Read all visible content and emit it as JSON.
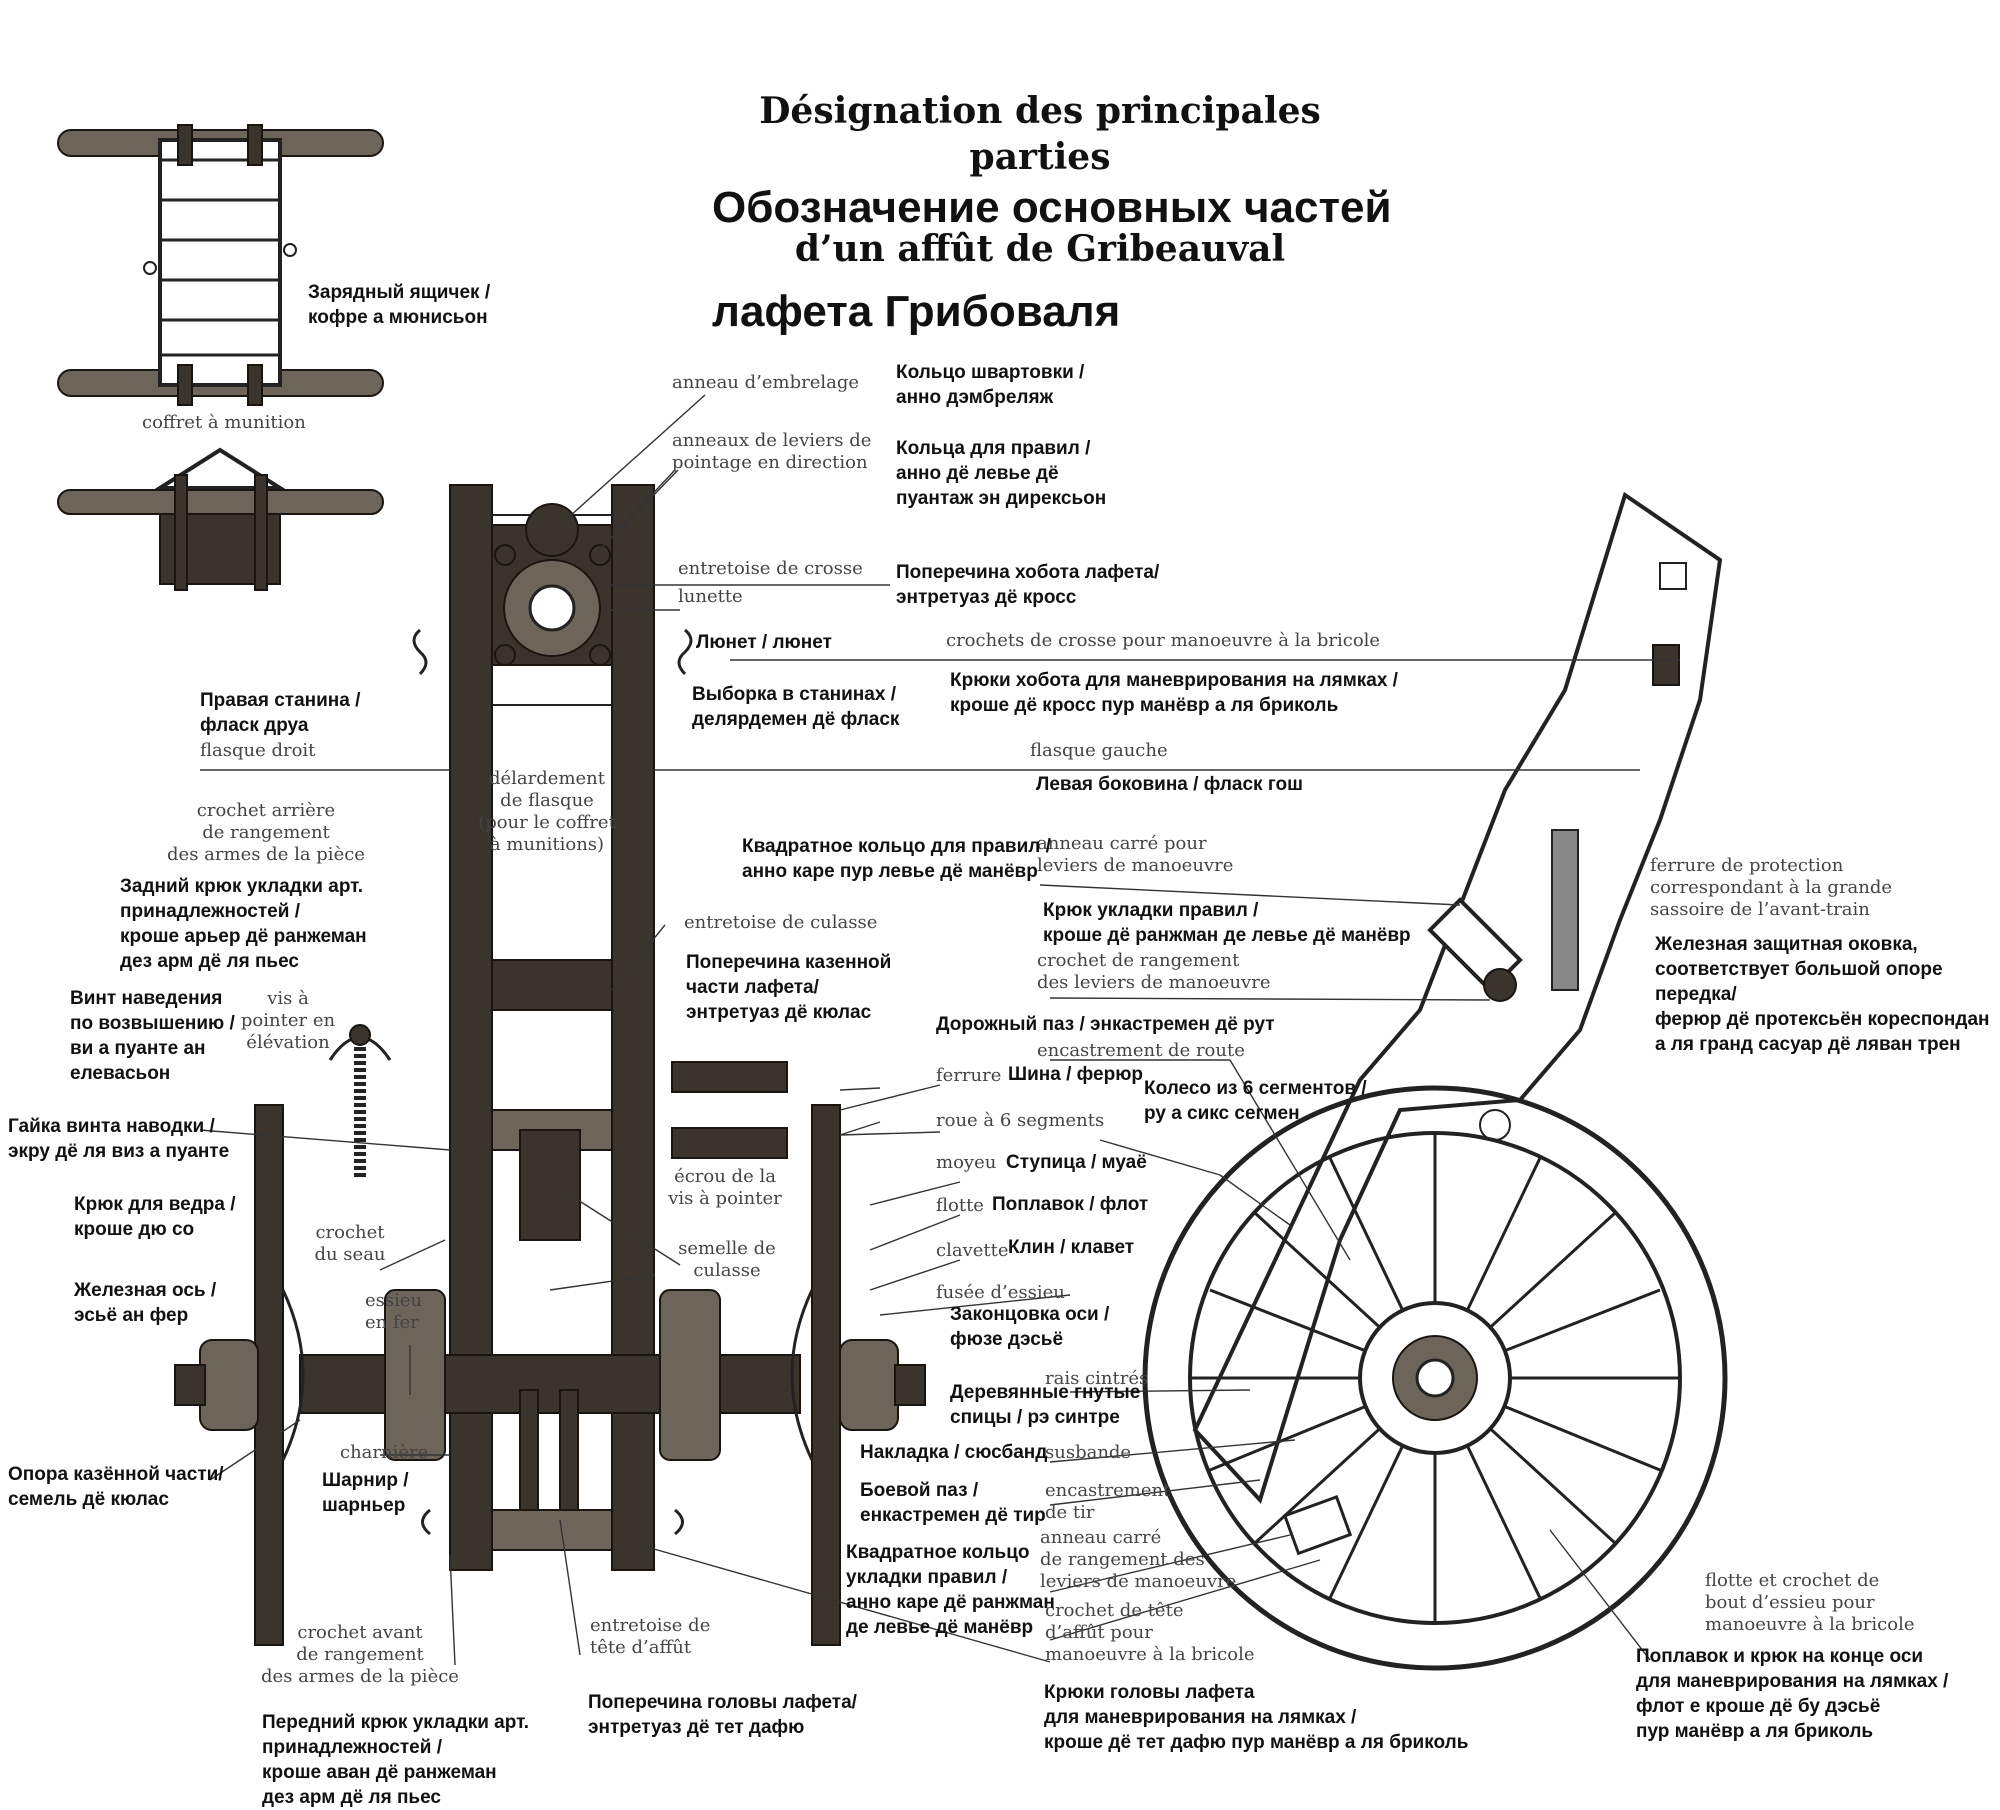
{
  "title": {
    "fr_line1": "Désignation des principales parties",
    "fr_line2": "d’un affût de Gribeauval",
    "ru_line1": "Обозначение основных частей",
    "ru_line2": "лафета Грибоваля"
  },
  "labels_fr": {
    "coffret": "coffret  à munition",
    "anneau_embrelage": "anneau d’embrelage",
    "anneaux_leviers": "anneaux de leviers de\npointage en direction",
    "entretoise_crosse": "entretoise de crosse",
    "lunette": "lunette",
    "crochets_crosse": "crochets de crosse pour manoeuvre à la bricole",
    "flasque_droit": "flasque droit",
    "flasque_gauche": "flasque gauche",
    "delardement": "délardement\nde flasque\n(pour le coffret\nà munitions)",
    "crochet_arriere": "crochet arrière\nde rangement\ndes armes de la pièce",
    "anneau_carre_leviers": "anneau carré pour\nleviers de manoeuvre",
    "ferrure_protection": "ferrure de protection\ncorrespondant à la grande\nsassoire de l’avant-train",
    "entretoise_culasse": "entretoise de culasse",
    "crochet_rangement_leviers": "crochet de rangement\ndes leviers de manoeuvre",
    "vis_pointer": "vis à\npointer en\nélévation",
    "encastrement_route": "encastrement de route",
    "ferrure": "ferrure",
    "roue": "roue à 6 segments",
    "ecrou": "écrou de la\nvis à pointer",
    "moyeu": "moyeu",
    "flotte": "flotte",
    "crochet_seau": "crochet\ndu seau",
    "clavette": "clavette",
    "semelle": "semelle de\nculasse",
    "fusee": "fusée d’essieu",
    "essieu": "essieu\nen fer",
    "rais": "rais cintrés",
    "charniere": "charnière",
    "susbande": "susbande",
    "encastrement_tir": "encastrement\nde tir",
    "anneau_carre_rangement": "anneau carré\nde rangement des\nleviers de manoeuvre",
    "flotte_crochet": "flotte et crochet de\nbout d’essieu pour\nmanoeuvre à la bricole",
    "crochet_tete": "crochet de tête\nd’affût pour\nmanoeuvre à la bricole",
    "entretoise_tete": "entretoise de\ntête d’affût",
    "crochet_avant": "crochet avant\nde rangement\ndes armes de la pièce"
  },
  "labels_ru": {
    "zaryadny": "Зарядный ящичек /\nкофре а мюнисьон",
    "koltso_shvart": "Кольцо швартовки /\nанно дэмбреляж",
    "koltsa_pravil": "Кольца для правил /\nанно дё левье дё\nпуантаж эн дирексьон",
    "poperechina_hobota": "Поперечина хобота лафета/\nэнтретуаз дё кросс",
    "lyunet": "Люнет / люнет",
    "vyborka": "Выборка в станинах /\nделярдемен дё фласк",
    "kryuki_hobota": "Крюки хобота для маневрирования на лямках /\nкроше дё кросс пур манёвр а ля бриколь",
    "pravaya": "Правая станина /\nфласк друа",
    "levaya": "Левая боковина / фласк гош",
    "kvadratnoe_koltso": "Квадратное кольцо для правил /\nанно каре пур левье дё манёвр",
    "zadniy_kryuk": "Задний крюк укладки арт.\nпринадлежностей /\nкроше арьер дё ранжеман\nдез арм дё ля пьес",
    "kryuk_ukladki": "Крюк укладки правил /\nкроше дё ранжман де левье дё манёвр",
    "zheleznaya_okovka": "Железная защитная оковка,\nсоответствует большой опоре\nпередка/\nферюр дё протексьён кореспондан\nа ля гранд сасуар дё ляван трен",
    "poperechina_kazennoy": "Поперечина казенной\nчасти лафета/\nэнтретуаз дё кюлас",
    "vint": "Винт наведения\nпо возвышению /\nви а пуанте ан\nелевасьон",
    "dorozhny_paz": "Дорожный паз / энкастремен дё рут",
    "shina": "Шина / ферюр",
    "koleso": "Колесо из 6 сегментов /\nру а сикс сегмен",
    "gayka": "Гайка винта наводки /\nэкру дё ля виз а пуанте",
    "stupitsa": "Ступица / муаё",
    "kryuk_vedra": "Крюк для ведра /\nкроше дю со",
    "poplavok": "Поплавок / флот",
    "klin": "Клин / клавет",
    "os": "Железная ось /\nэсьё ан фер",
    "zakontsovka": "Законцовка оси /\nфюзе дэсьё",
    "spitsy": "Деревянные гнутые\nспицы / рэ синтре",
    "opora": "Опора казённой части/\nсемель дё кюлас",
    "nakladka": "Накладка / сюсбанд",
    "sharnir": "Шарнир /\nшарньер",
    "boevoy_paz": "Боевой паз /\nенкастремен дё тир",
    "kvadratnoe_ukladki": "Квадратное кольцо\nукладки правил /\nанно каре дё ранжман\nде левье дё манёвр",
    "poplavok_kryuk": "Поплавок и крюк на конце оси\nдля маневрирования на лямках /\nфлот е кроше дё бу дэсьё\nпур манёвр а ля бриколь",
    "kryuki_golovy": "Крюки головы лафета\nдля маневрирования на лямках /\nкроше дё тет дафю пур манёвр а ля бриколь",
    "poperechina_golovy": "Поперечина головы лафета/\nэнтретуаз дё тет дафю",
    "peredniy_kryuk": "Передний крюк укладки арт.\nпринадлежностей /\nкроше аван дё ранжеман\nдез арм дё ля пьес"
  }
}
